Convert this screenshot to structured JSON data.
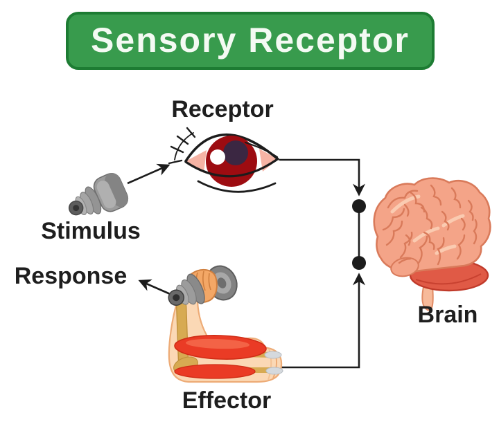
{
  "title": {
    "text": "Sensory Receptor"
  },
  "nodes": {
    "receptor": {
      "label": "Receptor",
      "icon": "eye-icon"
    },
    "stimulus": {
      "label": "Stimulus",
      "icon": "dumbbell-icon"
    },
    "response": {
      "label": "Response"
    },
    "effector": {
      "label": "Effector",
      "icon": "arm-muscle-icon"
    },
    "brain": {
      "label": "Brain",
      "icon": "brain-icon"
    }
  },
  "flow": [
    {
      "from": "Stimulus",
      "to": "Receptor"
    },
    {
      "from": "Receptor",
      "to": "Brain"
    },
    {
      "from": "Brain",
      "to": "Effector"
    },
    {
      "from": "Effector",
      "to": "Response"
    }
  ],
  "colors": {
    "banner_fill": "#389b4d",
    "banner_border": "#1d7c33",
    "banner_text": "#f4faf3",
    "label_text": "#1e1e1e",
    "connector": "#1c1c1c",
    "iris": "#9d0c11",
    "pupil": "#3b2742",
    "eye_corner": "#f6b3a4",
    "skin": "#fbd8b5",
    "bone": "#d7aa52",
    "muscle": "#ea3b25",
    "brain_base": "#f4a488",
    "brain_line": "#d97a5a",
    "cerebellum": "#e05a46"
  }
}
